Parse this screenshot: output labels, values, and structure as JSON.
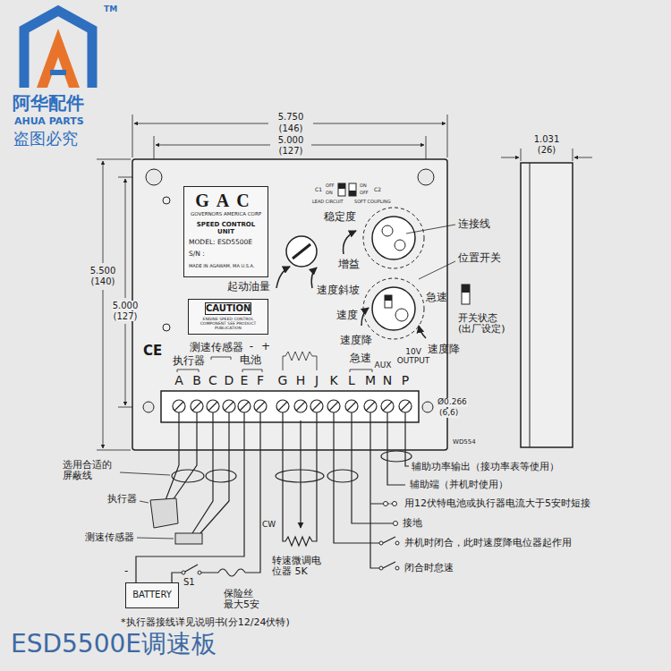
{
  "diagram": {
    "caption": "ESD5500E调速板",
    "nodes": [
      {
        "text": [
          "GAC",
          "GOVERNORS AMERICA CORP",
          "SPEED CONTROL UNIT",
          "MODEL: ESD5500E",
          "S/N :",
          "MADE IN AGAWAM, MA U.S.A."
        ]
      },
      {
        "text": [
          "CAUTION",
          "ENGINE SPEED CONTROL COMPONENT SEE PRODUCT PUBLICATION"
        ]
      },
      {
        "text": [
          "BATTERY"
        ]
      }
    ],
    "labels": [
      "TM",
      "阿华配件",
      "AHUA PARTS",
      "盗图必究",
      "5.750",
      "(146)",
      "5.000",
      "(127)",
      "5.500",
      "(140)",
      "5.000",
      "(127)",
      "1.031",
      "(26)",
      "C1",
      "OFF",
      "ON",
      "LEAD CIRCUIT",
      "ON",
      "OFF",
      "C2",
      "SOFT COUPLING",
      "稳定度",
      "增益",
      "连接线",
      "位置开关",
      "起动油量",
      "速度斜坡",
      "急速",
      "速度",
      "速度降",
      "速度降",
      "开关状态 (出厂设定)",
      "CE",
      "测速传感器",
      "执行器",
      "-",
      "+",
      "电池",
      "急速",
      "AUX",
      "10V OUTPUT",
      "A",
      "B",
      "C",
      "D",
      "E",
      "F",
      "G",
      "H",
      "J",
      "K",
      "L",
      "M",
      "N",
      "P",
      "Ø0.266",
      "(6,6)",
      "WD554",
      "选用合适的 屏蔽线",
      "执行器",
      "测速传感器",
      "辅助功率输出（接功率表等使用）",
      "辅助端（并机时使用）",
      "用12伏特电池或执行器电流大于5安时短接",
      "接地",
      "并机时闭合，此时速度降电位器起作用",
      "闭合时怠速",
      "CW",
      "转速微调电 位器 5K",
      "-",
      "S1",
      "保险丝 最大5安",
      "*执行器接线详见说明书(分12/24伏特)"
    ]
  }
}
